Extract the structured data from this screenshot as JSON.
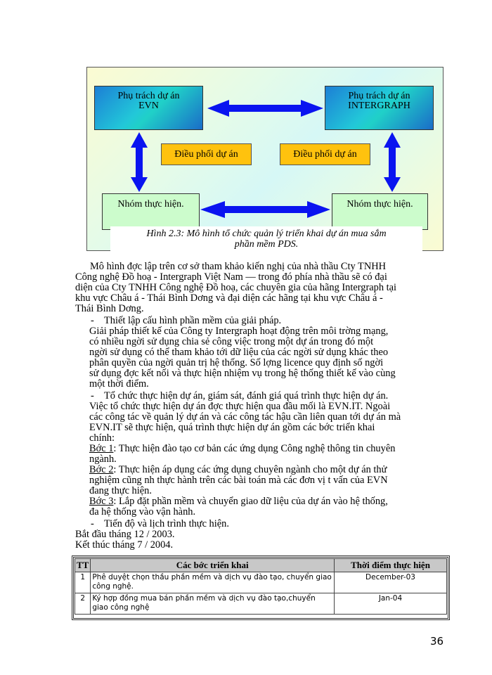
{
  "diagram": {
    "lead_evn": {
      "line1": "Phụ trách dự án",
      "line2": "EVN"
    },
    "lead_intergraph": {
      "line1": "Phụ trách dự án",
      "line2": "INTERGRAPH"
    },
    "coordinator_left": "Điều phối dự án",
    "coordinator_right": "Điều phối dự án",
    "team_left": "Nhóm thực hiện.",
    "team_right": "Nhóm thực hiện.",
    "caption_line1": "Hình 2.3: Mô hình tổ chức quản lý triển khai dự án mua sắm",
    "caption_line2": "phần mềm PDS.",
    "colors": {
      "arrow": "#0a14f0",
      "coordinator": "#ffc20e",
      "team": "#ccfccc",
      "lead": "#22c8d8"
    }
  },
  "body": {
    "para1": [
      "Mô hình đợc   lập trên cơ sở tham khảo kiến nghị của nhà thầu Cty TNHH",
      "Công nghệ Đồ hoạ - Intergraph Việt Nam — trong đó phía nhà thầu sẽ có đại",
      "diện của Cty TNHH Công nghệ Đồ hoạ, các chuyên gia của hãng Intergraph tại",
      "khu vực Châu á - Thái Bình Dơng   và đại diện các hãng tại khu vực Châu á -",
      "Thái Bình Dơng."
    ],
    "bullet1": "Thiết lập cấu hình phần mềm của giải pháp.",
    "para2": [
      "Giải pháp thiết kế của Công ty Intergraph hoạt động trên môi trờng   mạng,",
      "có nhiều ngời   sử dụng chia sẻ công việc trong một dự án trong đó một",
      "ngời   sử dụng có thể tham khảo tới dữ liệu của các ngời   sử dụng khác theo",
      "phân quyền của ngời   quản trị hệ thống. Số lợng   licence quy định số ngời",
      "sử dụng đợc   kết nối và thực hiện nhiệm vụ trong hệ thống thiết kế vào cùng",
      "một thời điểm."
    ],
    "bullet2": "Tổ chức thực hiện dự án, giám sát, đánh giá quá trình thực hiện dự án.",
    "para3": [
      "Việc tổ chức thực hiện dự án đợc   thực hiện qua đầu mối là EVN.IT. Ngoài",
      "các công tác về quản lý dự án và các công tác hậu cần liên quan tới dự án mà",
      "EVN.IT sẽ thực hiện, quá trình thực hiện dự án gồm các bớc   triển khai",
      "chính:"
    ],
    "steps": [
      {
        "label": "Bớc   1",
        "lines": [
          ": Thực hiện đào tạo cơ bản các ứng dụng Công nghệ thông tin chuyên",
          "ngành."
        ]
      },
      {
        "label": "Bớc   2",
        "lines": [
          ": Thực hiện áp dụng các ứng dụng chuyên ngành cho một dự án thử",
          "nghiệm cũng nh   thực hành trên các bài toán mà các đơn vị t   vấn của EVN",
          "đang thực hiện."
        ]
      },
      {
        "label": "Bớc   3",
        "lines": [
          ": Lắp đặt phần mềm và chuyển giao dữ liệu của dự án vào hệ thống,",
          "đa   hệ thống vào vận hành."
        ]
      }
    ],
    "bullet3": "Tiến độ và lịch trình thực hiện.",
    "start": "Bắt đầu tháng 12 / 2003.",
    "end": "Kết thúc tháng 7 / 2004.",
    "bullet_glyph": "-"
  },
  "table": {
    "headers": [
      "TT",
      "Các bớc   triển khai",
      "Thời điểm thực hiện"
    ],
    "rows": [
      {
        "tt": "1",
        "step": "Phê duyệt chọn thầu phần mềm và dịch vụ đào tạo, chuyển giao công nghệ.",
        "time": "December-03"
      },
      {
        "tt": "2",
        "step": "Ký hợp đồng mua bán phần mềm và dịch vụ đào tạo,chuyển giao công nghệ",
        "time": "Jan-04"
      }
    ]
  },
  "page_number": "36"
}
